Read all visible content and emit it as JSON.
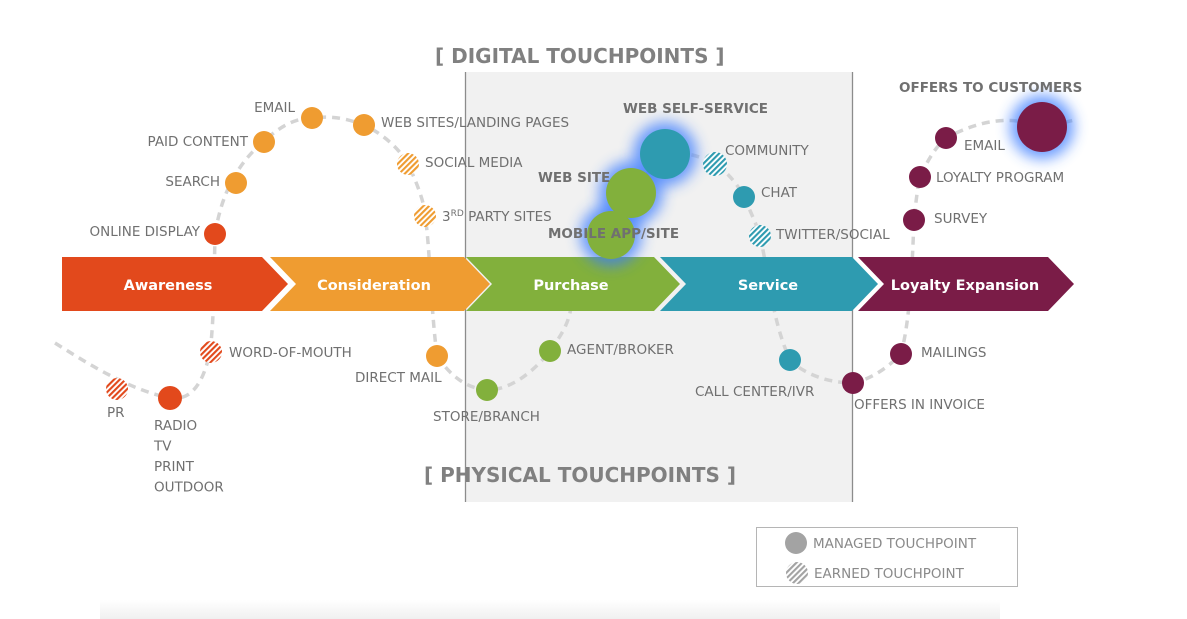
{
  "sections": {
    "digital": "[ DIGITAL TOUCHPOINTS ]",
    "physical": "[ PHYSICAL TOUCHPOINTS ]"
  },
  "colors": {
    "awareness": "#e2491c",
    "consideration": "#ef9c31",
    "purchase": "#82b03c",
    "service": "#2e9bb0",
    "loyalty": "#7a1c47",
    "highlight_glow": "#3a7bff",
    "dashed_path": "#d4d4d4",
    "legend_gray": "#a3a3a3",
    "box_fill": "#f1f1f1"
  },
  "stages": [
    {
      "id": "awareness",
      "label": "Awareness"
    },
    {
      "id": "consideration",
      "label": "Consideration"
    },
    {
      "id": "purchase",
      "label": "Purchase"
    },
    {
      "id": "service",
      "label": "Service"
    },
    {
      "id": "loyalty",
      "label": "Loyalty Expansion"
    }
  ],
  "touchpoints": [
    {
      "label": "ONLINE DISPLAY",
      "stage": "awareness",
      "type": "managed",
      "channel": "digital"
    },
    {
      "label": "SEARCH",
      "stage": "consideration",
      "type": "managed",
      "channel": "digital"
    },
    {
      "label": "PAID CONTENT",
      "stage": "consideration",
      "type": "managed",
      "channel": "digital"
    },
    {
      "label": "EMAIL",
      "stage": "consideration",
      "type": "managed",
      "channel": "digital"
    },
    {
      "label": "WEB SITES/LANDING PAGES",
      "stage": "consideration",
      "type": "managed",
      "channel": "digital"
    },
    {
      "label": "SOCIAL MEDIA",
      "stage": "consideration",
      "type": "earned",
      "channel": "digital"
    },
    {
      "label": "3RD PARTY SITES",
      "label_main": "3",
      "label_sup": "RD",
      "label_rest": " PARTY SITES",
      "stage": "consideration",
      "type": "earned",
      "channel": "digital"
    },
    {
      "label": "MOBILE APP/SITE",
      "stage": "purchase",
      "type": "managed",
      "channel": "digital",
      "highlighted": true
    },
    {
      "label": "WEB SITE",
      "stage": "purchase",
      "type": "managed",
      "channel": "digital",
      "highlighted": true
    },
    {
      "label": "WEB SELF-SERVICE",
      "stage": "service",
      "type": "managed",
      "channel": "digital",
      "highlighted": true
    },
    {
      "label": "COMMUNITY",
      "stage": "service",
      "type": "earned",
      "channel": "digital"
    },
    {
      "label": "CHAT",
      "stage": "service",
      "type": "managed",
      "channel": "digital"
    },
    {
      "label": "TWITTER/SOCIAL",
      "stage": "service",
      "type": "earned",
      "channel": "digital"
    },
    {
      "label": "SURVEY",
      "stage": "loyalty",
      "type": "managed",
      "channel": "digital"
    },
    {
      "label": "LOYALTY PROGRAM",
      "stage": "loyalty",
      "type": "managed",
      "channel": "digital"
    },
    {
      "label": "EMAIL",
      "stage": "loyalty",
      "type": "managed",
      "channel": "digital"
    },
    {
      "label": "OFFERS TO CUSTOMERS",
      "stage": "loyalty",
      "type": "managed",
      "channel": "digital",
      "highlighted": true
    },
    {
      "label": "PR",
      "stage": "awareness",
      "type": "earned",
      "channel": "physical"
    },
    {
      "label": "RADIO\nTV\nPRINT\nOUTDOOR",
      "lines": [
        "RADIO",
        "TV",
        "PRINT",
        "OUTDOOR"
      ],
      "stage": "awareness",
      "type": "managed",
      "channel": "physical"
    },
    {
      "label": "WORD-OF-MOUTH",
      "stage": "awareness",
      "type": "earned",
      "channel": "physical"
    },
    {
      "label": "DIRECT MAIL",
      "stage": "consideration",
      "type": "managed",
      "channel": "physical"
    },
    {
      "label": "STORE/BRANCH",
      "stage": "purchase",
      "type": "managed",
      "channel": "physical"
    },
    {
      "label": "AGENT/BROKER",
      "stage": "purchase",
      "type": "managed",
      "channel": "physical"
    },
    {
      "label": "CALL CENTER/IVR",
      "stage": "service",
      "type": "managed",
      "channel": "physical"
    },
    {
      "label": "OFFERS IN INVOICE",
      "stage": "loyalty",
      "type": "managed",
      "channel": "physical"
    },
    {
      "label": "MAILINGS",
      "stage": "loyalty",
      "type": "managed",
      "channel": "physical"
    }
  ],
  "legend": {
    "managed": "MANAGED TOUCHPOINT",
    "earned": "EARNED TOUCHPOINT"
  }
}
